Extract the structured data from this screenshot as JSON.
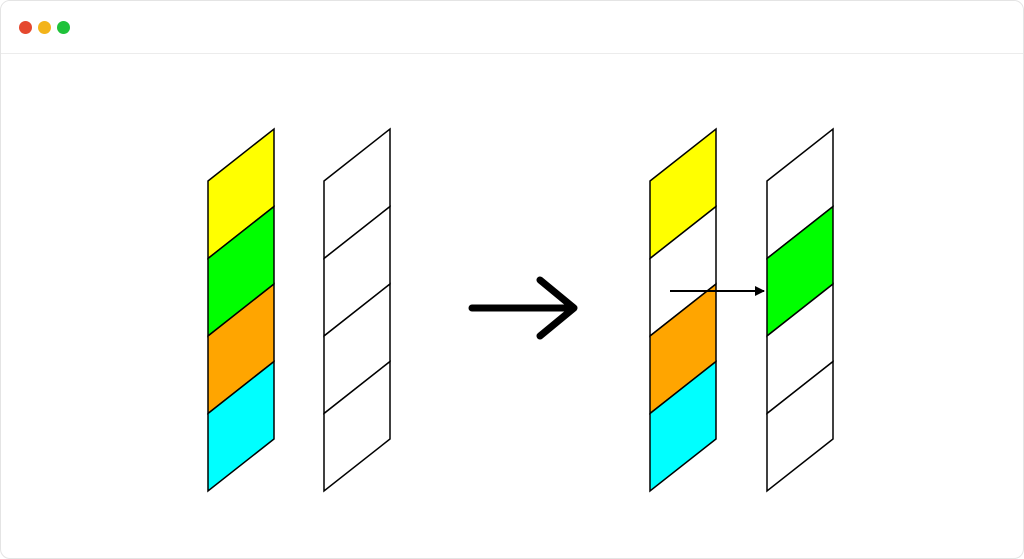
{
  "window": {
    "controls": [
      {
        "name": "close",
        "color": "#e5482f"
      },
      {
        "name": "minimize",
        "color": "#f3b41b"
      },
      {
        "name": "zoom",
        "color": "#1fc23a"
      }
    ]
  },
  "diagram": {
    "before": {
      "source_cells": [
        "#ffff00",
        "#00ff00",
        "#ffa500",
        "#00ffff"
      ],
      "target_cells": [
        "#ffffff",
        "#ffffff",
        "#ffffff",
        "#ffffff"
      ]
    },
    "transition_arrow": "right-arrow-icon",
    "after": {
      "source_cells": [
        "#ffff00",
        "#ffffff",
        "#ffa500",
        "#00ffff"
      ],
      "target_cells": [
        "#ffffff",
        "#00ff00",
        "#ffffff",
        "#ffffff"
      ],
      "moved_item_arrow": "move-arrow-icon"
    }
  }
}
